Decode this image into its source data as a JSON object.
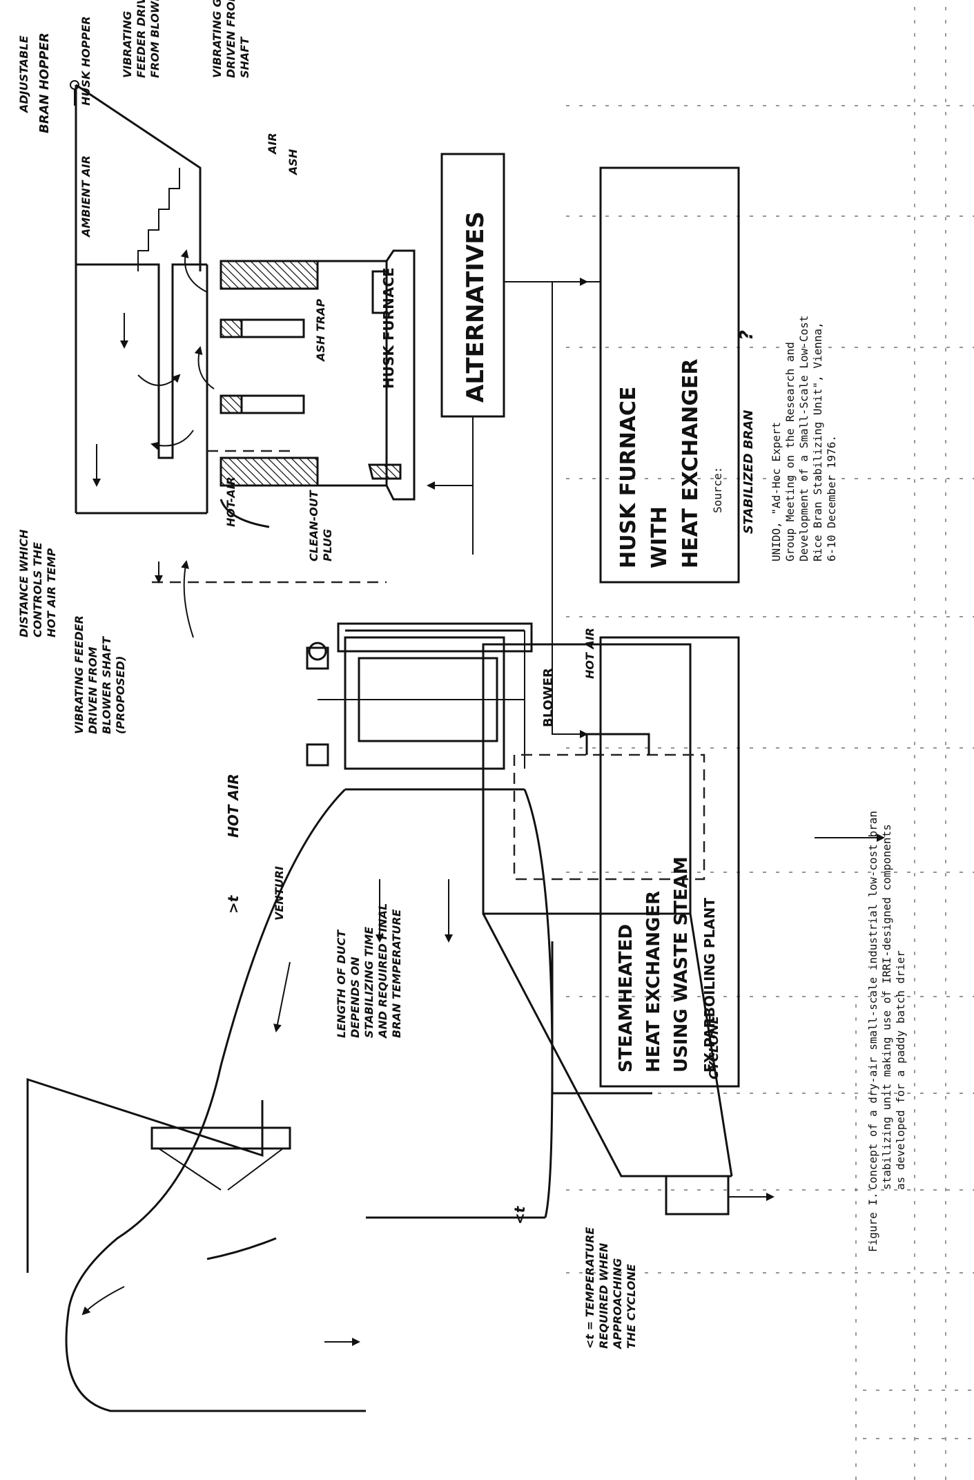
{
  "labels": {
    "husk_hopper": "HUSK HOPPER",
    "vibrating_feeder_husk": [
      "VIBRATING",
      "FEEDER DRIVEN",
      "FROM BLOWER SHAFT"
    ],
    "vibrating_grate": [
      "VIBRATING GRATE",
      "DRIVEN FROM BLOWER",
      "SHAFT"
    ],
    "air": "AIR",
    "ash": "ASH",
    "ambient_air": "AMBIENT AIR",
    "ash_trap": "ASH TRAP",
    "husk_furnace": "HUSK FURNACE",
    "adjustable_distance": [
      "ADJUSTABLE",
      "DISTANCE WHICH",
      "CONTROLS THE",
      "HOT AIR TEMP"
    ],
    "hot_air_outlet": "HOT-AIR",
    "cleanout_plug": [
      "CLEAN-OUT",
      "PLUG"
    ],
    "blower": "BLOWER",
    "vibrating_feeder_bran": [
      "VIBRATING FEEDER",
      "DRIVEN FROM",
      "BLOWER SHAFT",
      "(PROPOSED)"
    ],
    "bran_hopper": "BRAN HOPPER",
    "hot_air_duct": "HOT AIR",
    "t_greater": ">t",
    "venturi": "VENTURI",
    "duct_note": [
      "LENGTH OF DUCT",
      "DEPENDS ON",
      "STABILIZING TIME",
      "AND REQUIRED FINAL",
      "BRAN TEMPERATURE"
    ],
    "t_less": "<t",
    "temp_note": [
      "<t = TEMPERATURE",
      "REQUIRED WHEN",
      "APPROACHING",
      "THE CYCLONE"
    ],
    "hot_air_exit": "HOT AIR",
    "cyclone": "CYCLONE",
    "stabilized_bran": "STABILIZED BRAN",
    "question_mark": "?"
  },
  "alternatives": {
    "title": "ALTERNATIVES",
    "option_1": [
      "HUSK FURNACE",
      "WITH",
      "HEAT EXCHANGER"
    ],
    "option_2": [
      "STEAMHEATED",
      "HEAT EXCHANGER",
      "USING WASTE STEAM",
      "EX PARBOILING PLANT"
    ]
  },
  "source": {
    "prefix": "Source:",
    "lines": [
      "UNIDO, \"Ad-Hoc Expert",
      "Group Meeting on the Research and",
      "Development of a Small-Scale Low-Cost",
      "Rice Bran Stabilizing Unit\", Vienna,",
      "6-10 December 1976."
    ]
  },
  "caption": {
    "label": "Figure I.",
    "lines": [
      "Concept of a dry-air small-scale industrial low-cost bran",
      "stabilizing unit making use of IRRI-designed components",
      "as developed for a paddy batch drier"
    ]
  }
}
